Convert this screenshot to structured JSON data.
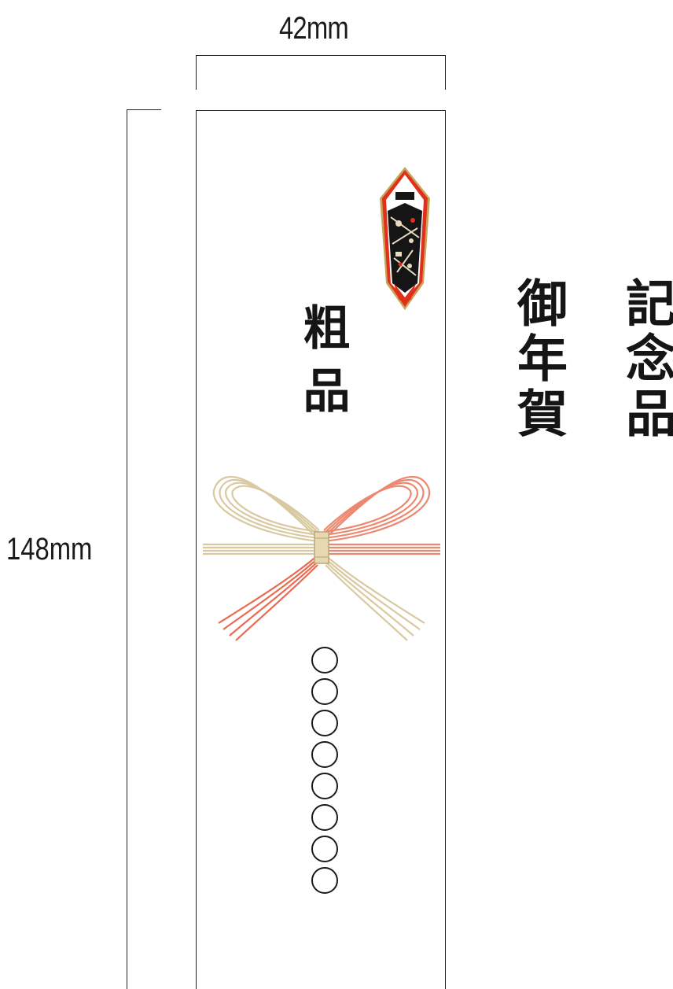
{
  "dimensions": {
    "width_label": "42mm",
    "height_label": "148mm"
  },
  "card": {
    "title": "粗品",
    "name_placeholder": "〇〇〇〇〇〇〇〇",
    "name_placeholder_count": 8,
    "emblem": "noshi-emblem-icon",
    "decoration": "mizuhiki-knot"
  },
  "alternatives": [
    "御年賀",
    "記念品"
  ],
  "colors": {
    "noshi_red": "#e0301c",
    "mizuhiki_red": "#e96b52",
    "mizuhiki_gold": "#d9c9a0",
    "text": "#1a1a1a"
  }
}
